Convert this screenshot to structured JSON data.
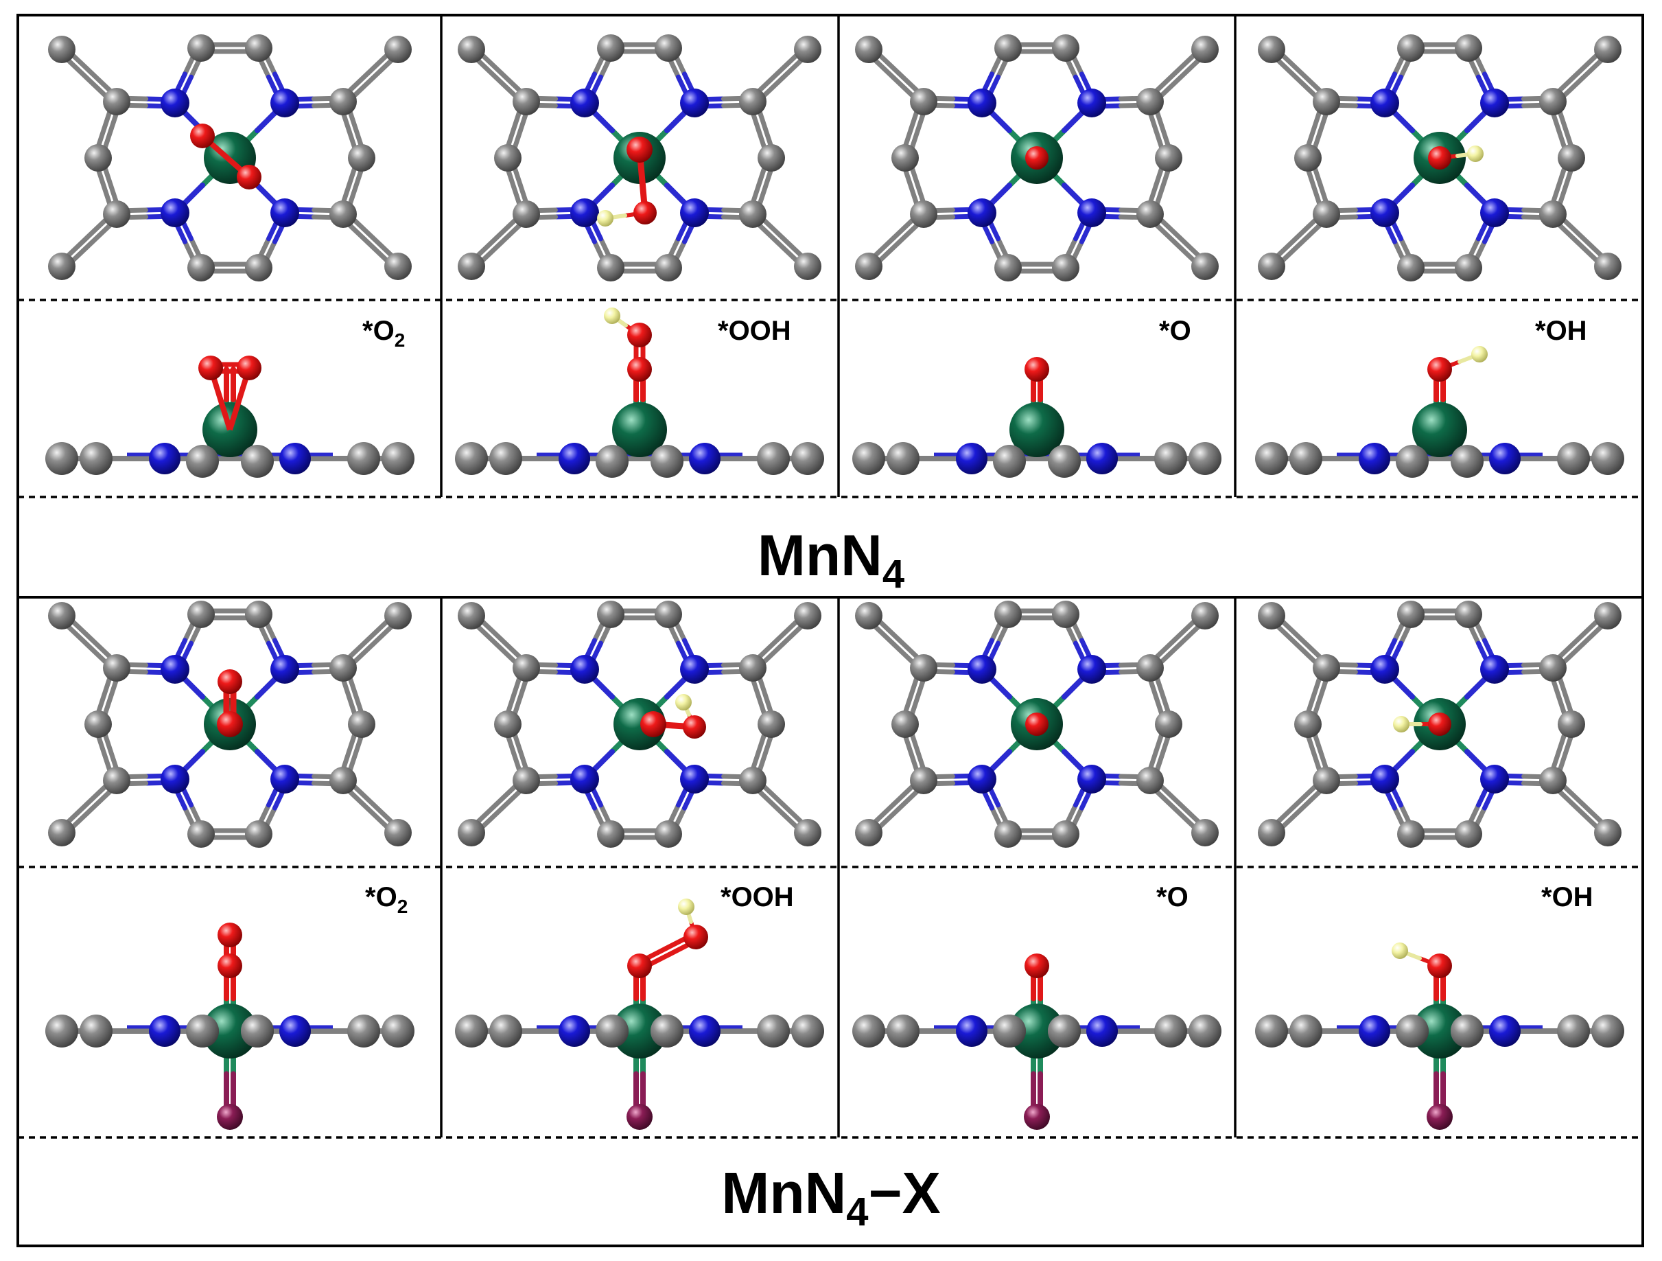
{
  "sections": [
    {
      "title": {
        "main": "MnN",
        "sub": "4",
        "suffix": ""
      },
      "has_axial_ligand": false,
      "panels": [
        {
          "label": {
            "main": "*O",
            "sub": "2"
          },
          "adsorbate": "O2"
        },
        {
          "label": {
            "main": "*OOH",
            "sub": ""
          },
          "adsorbate": "OOH"
        },
        {
          "label": {
            "main": "*O",
            "sub": ""
          },
          "adsorbate": "O"
        },
        {
          "label": {
            "main": "*OH",
            "sub": ""
          },
          "adsorbate": "OH"
        }
      ]
    },
    {
      "title": {
        "main": "MnN",
        "sub": "4",
        "suffix": "−X"
      },
      "has_axial_ligand": true,
      "panels": [
        {
          "label": {
            "main": "*O",
            "sub": "2"
          },
          "adsorbate": "O2"
        },
        {
          "label": {
            "main": "*OOH",
            "sub": ""
          },
          "adsorbate": "OOH"
        },
        {
          "label": {
            "main": "*O",
            "sub": ""
          },
          "adsorbate": "O"
        },
        {
          "label": {
            "main": "*OH",
            "sub": ""
          },
          "adsorbate": "OH"
        }
      ]
    }
  ],
  "colors": {
    "carbon": "#6e6e6e",
    "nitrogen": "#1a1acc",
    "manganese": "#0e6b48",
    "oxygen": "#e0141b",
    "hydrogen": "#f2f29a",
    "halide": "#8a1d55",
    "frame": "#000000"
  }
}
